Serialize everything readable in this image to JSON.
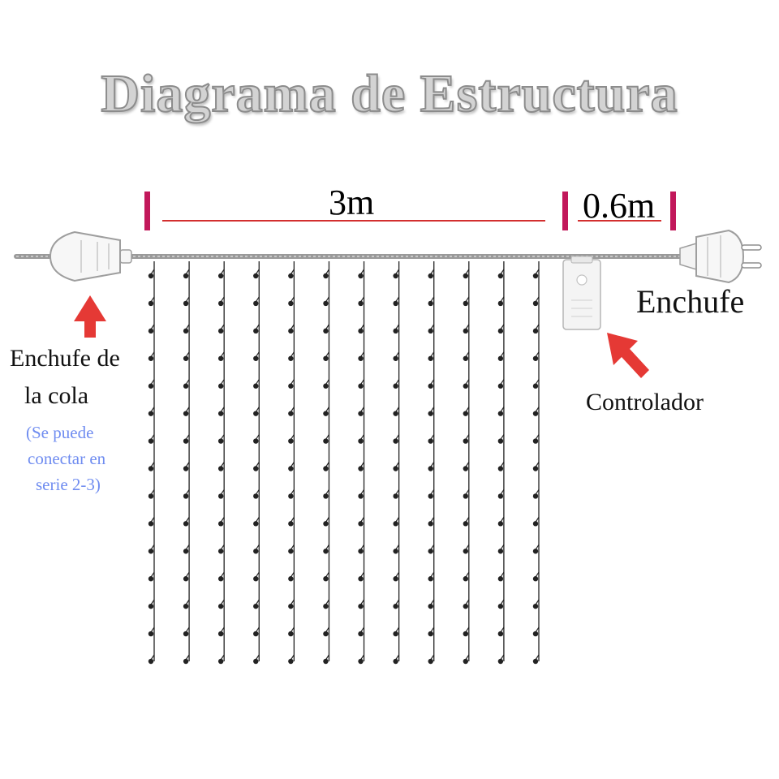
{
  "title": "Diagrama de Estructura",
  "dimensions": {
    "main_length": "3m",
    "lead_length": "0.6m"
  },
  "labels": {
    "tail_plug_line1": "Enchufe de",
    "tail_plug_line2": "la cola",
    "tail_note_line1": "(Se puede",
    "tail_note_line2": "conectar en",
    "tail_note_line3": "serie 2-3)",
    "plug": "Enchufe",
    "controller": "Controlador"
  },
  "colors": {
    "marker": "#c2185b",
    "dimension_line": "#d32f2f",
    "arrow": "#e53935",
    "note": "#6f8cf0",
    "cable": "#8a8a8a",
    "strand": "#222222"
  },
  "strands": {
    "count": 12,
    "bulbs_per_strand": 15
  }
}
